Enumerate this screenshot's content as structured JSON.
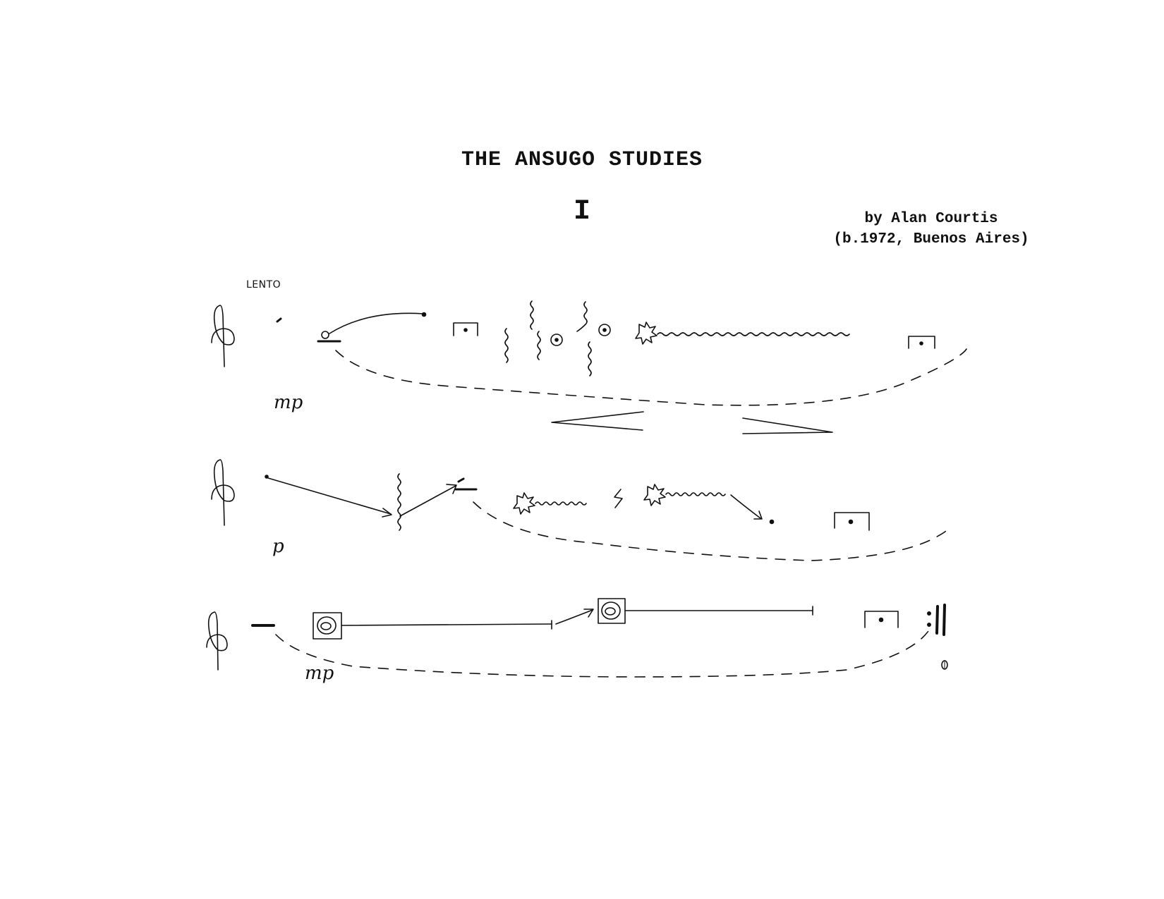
{
  "header": {
    "title": "THE ANSUGO STUDIES",
    "numeral": "I",
    "composer_line": "by Alan Courtis",
    "birth_line": "(b.1972, Buenos Aires)"
  },
  "score": {
    "tempo": "LENTO",
    "systems": [
      {
        "dynamic": "mp"
      },
      {
        "dynamic": "p"
      },
      {
        "dynamic": "mp"
      }
    ]
  },
  "colors": {
    "ink": "#111111",
    "paper": "#ffffff"
  }
}
